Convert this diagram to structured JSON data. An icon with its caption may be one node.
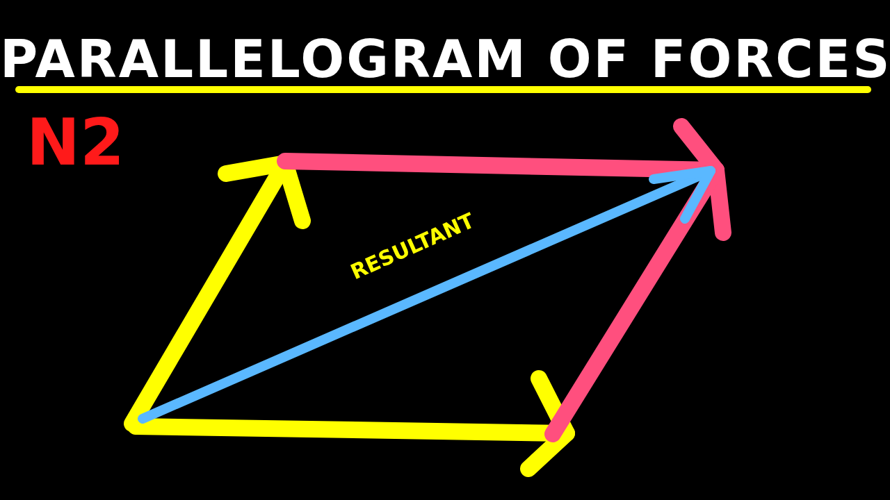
{
  "diagram": {
    "title": "PARALLELOGRAM OF FORCES",
    "labels": [
      "N2",
      "RESULTANT"
    ]
  }
}
